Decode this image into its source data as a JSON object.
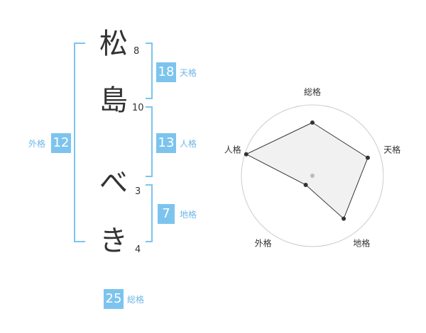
{
  "name": {
    "chars": [
      "松",
      "島",
      "べ",
      "き"
    ],
    "strokes": [
      "8",
      "10",
      "3",
      "4"
    ]
  },
  "fortune": {
    "ten": {
      "label": "天格",
      "value": "18"
    },
    "jin": {
      "label": "人格",
      "value": "13"
    },
    "chi": {
      "label": "地格",
      "value": "7"
    },
    "gai": {
      "label": "外格",
      "value": "12"
    },
    "sou": {
      "label": "総格",
      "value": "25"
    }
  },
  "chart_data": {
    "type": "radar",
    "axes": [
      "総格",
      "天格",
      "地格",
      "外格",
      "人格"
    ],
    "values": [
      0.75,
      0.82,
      0.75,
      0.16,
      0.98
    ],
    "range": [
      0,
      1
    ],
    "rings": 5,
    "colors": {
      "fill": "#eeeeee",
      "stroke": "#333333",
      "grid": "#cccccc",
      "accent": "#7cc4ee"
    }
  }
}
